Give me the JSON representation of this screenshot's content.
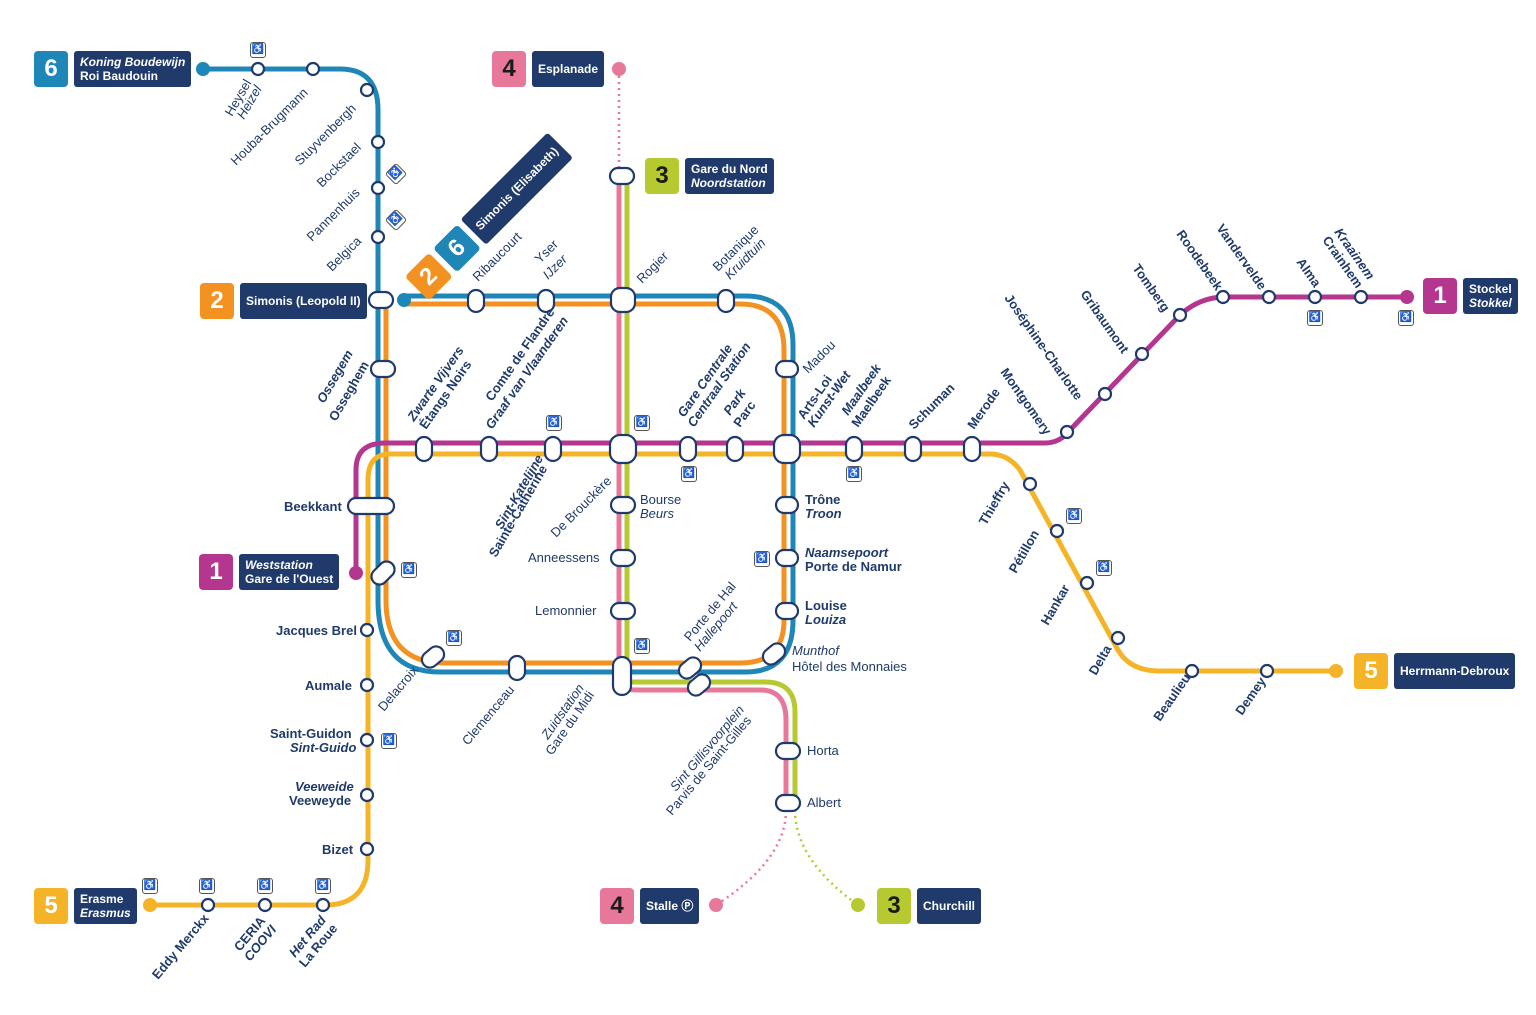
{
  "colors": {
    "line1": "#b5368f",
    "line2": "#f39221",
    "line3": "#b6c930",
    "line4": "#e8789a",
    "line5": "#f5b427",
    "line6": "#1f86b8",
    "navy": "#1f3a6b"
  },
  "terminals": {
    "t6_koning": {
      "num": "6",
      "name": "Koning Boudewijn",
      "alt": "Roi Baudouin"
    },
    "t4_esplanade": {
      "num": "4",
      "name": "Esplanade",
      "alt": ""
    },
    "t3_garedunord": {
      "num": "3",
      "name": "Gare du Nord",
      "alt": "Noordstation"
    },
    "t26_simonis_num2": "2",
    "t26_simonis_num6": "6",
    "t26_simonis_name": "Simonis (Elisabeth)",
    "t2_simonis": {
      "num": "2",
      "name": "Simonis (Leopold II)",
      "alt": ""
    },
    "t1_stockel": {
      "num": "1",
      "name": "Stockel",
      "alt": "Stokkel"
    },
    "t1_weststation": {
      "num": "1",
      "name": "Weststation",
      "alt": "Gare de l'Ouest"
    },
    "t5_herrmann": {
      "num": "5",
      "name": "Herrmann-Debroux",
      "alt": ""
    },
    "t5_erasme": {
      "num": "5",
      "name": "Erasme",
      "alt": "Erasmus"
    },
    "t4_stalle": {
      "num": "4",
      "name": "Stalle Ⓟ",
      "alt": ""
    },
    "t3_churchill": {
      "num": "3",
      "name": "Churchill",
      "alt": ""
    }
  },
  "stations": {
    "heysel": [
      "Heysel",
      "Heizel"
    ],
    "houba": [
      "Houba-Brugmann"
    ],
    "stuyvenbergh": [
      "Stuyvenbergh"
    ],
    "bockstael": [
      "Bockstael"
    ],
    "pannenhuis": [
      "Pannenhuis"
    ],
    "belgica": [
      "Belgica"
    ],
    "ribaucourt": [
      "Ribaucourt"
    ],
    "yser": [
      "Yser",
      "IJzer"
    ],
    "rogier": [
      "Rogier"
    ],
    "botanique": [
      "Botanique",
      "Kruidtuin"
    ],
    "madou": [
      "Madou"
    ],
    "osseghem": [
      "Ossegem",
      "Osseghem"
    ],
    "zwarte": [
      "Zwarte Vijvers",
      "Étangs Noirs"
    ],
    "comte": [
      "Comte de Flandre",
      "Graaf van Vlaanderen"
    ],
    "garecentrale": [
      "Gare Centrale",
      "Centraal Station"
    ],
    "parc": [
      "Park",
      "Parc"
    ],
    "artsloi": [
      "Arts-Loi",
      "Kunst-Wet"
    ],
    "maalbeek": [
      "Maalbeek",
      "Maelbeek"
    ],
    "schuman": [
      "Schuman"
    ],
    "merode": [
      "Merode"
    ],
    "montgomery": [
      "Montgomery"
    ],
    "josephine": [
      "Joséphine-Charlotte"
    ],
    "gribaumont": [
      "Gribaumont"
    ],
    "tomberg": [
      "Tomberg"
    ],
    "roodebeek": [
      "Roodebeek"
    ],
    "vandervelde": [
      "Vandervelde"
    ],
    "alma": [
      "Alma"
    ],
    "kraainem": [
      "Kraainem",
      "Crainhem"
    ],
    "beekkant": [
      "Beekkant"
    ],
    "katelijne": [
      "Sint-Katelijne",
      "Sainte-Catherine"
    ],
    "debrouckere": [
      "De Brouckère"
    ],
    "bourse": [
      "Bourse",
      "Beurs"
    ],
    "anneessens": [
      "Anneessens"
    ],
    "lemonnier": [
      "Lemonnier"
    ],
    "trone": [
      "Trône",
      "Troon"
    ],
    "naamsepoort": [
      "Naamsepoort",
      "Porte de Namur"
    ],
    "louiza": [
      "Louise",
      "Louiza"
    ],
    "munthof": [
      "Munthof",
      "Hôtel des Monnaies"
    ],
    "portedehal": [
      "Porte de Hal",
      "Hallepoort"
    ],
    "zuid": [
      "Zuidstation",
      "Gare du Midi"
    ],
    "clemenceau": [
      "Clemenceau"
    ],
    "delacroix": [
      "Delacroix"
    ],
    "jacquesbrel": [
      "Jacques Brel"
    ],
    "aumale": [
      "Aumale"
    ],
    "saintguidon": [
      "Saint-Guidon",
      "Sint-Guido"
    ],
    "veeweide": [
      "Veeweide",
      "Veeweyde"
    ],
    "bizet": [
      "Bizet"
    ],
    "eddy": [
      "Eddy Merckx"
    ],
    "ceria": [
      "CERIA",
      "COOVI"
    ],
    "hetrad": [
      "Het Rad",
      "La Roue"
    ],
    "sintgillis": [
      "Sint Gillisvoorplein",
      "Parvis de Saint-Gilles"
    ],
    "horta": [
      "Horta"
    ],
    "albert": [
      "Albert"
    ],
    "thieffry": [
      "Thieffry"
    ],
    "petillon": [
      "Pétillon"
    ],
    "hankar": [
      "Hankar"
    ],
    "delta": [
      "Delta"
    ],
    "beaulieu": [
      "Beaulieu"
    ],
    "demey": [
      "Demey"
    ]
  },
  "icons": {
    "accessible": "wheelchair-icon"
  }
}
